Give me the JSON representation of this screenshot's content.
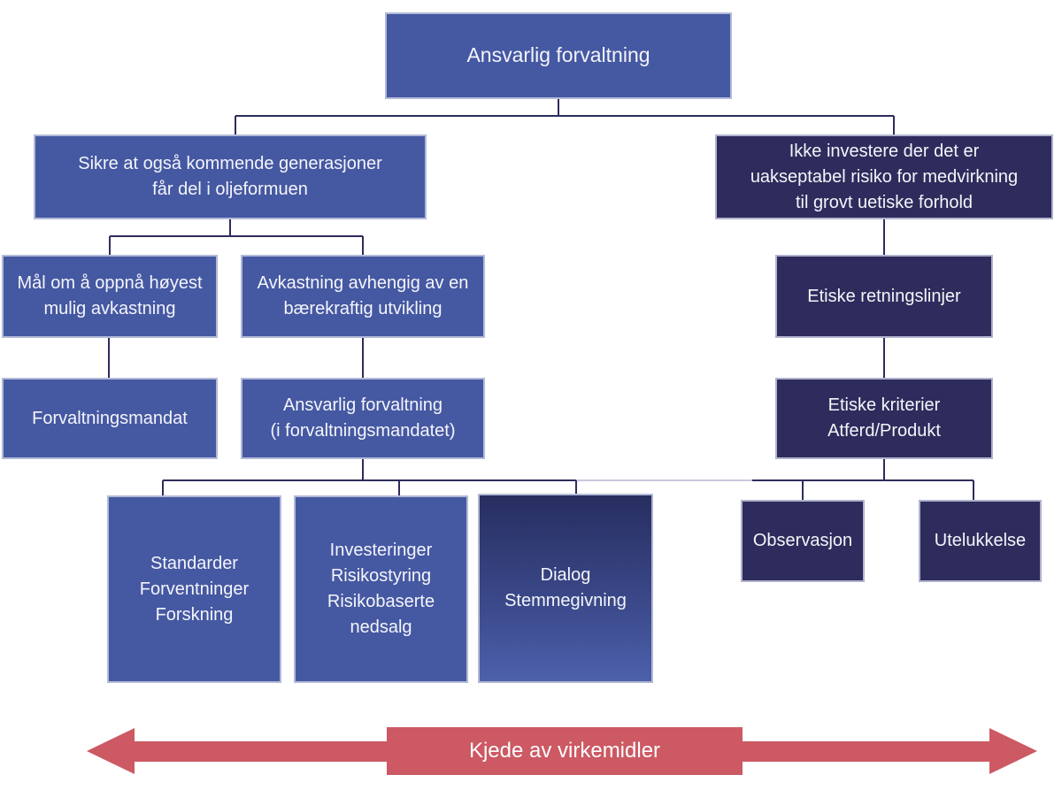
{
  "figure": {
    "root": "Ansvarlig forvaltning",
    "secure_generations": "Sikre at også kommende generasjoner\nfår del i oljeformuen",
    "no_unethical_investment": "Ikke investere der det er\nuakseptabel risiko for medvirkning\ntil grovt uetiske forhold",
    "highest_return": "Mål om å oppnå høyest\nmulig avkastning",
    "sustainable_development": "Avkastning avhengig av en\nbærekraftig utvikling",
    "ethical_guidelines": "Etiske retningslinjer",
    "management_mandate": "Forvaltningsmandat",
    "responsible_in_mandate": "Ansvarlig forvaltning\n(i forvaltningsmandatet)",
    "ethical_criteria": "Etiske kriterier\nAtferd/Produkt",
    "standards": "Standarder\nForventninger\nForskning",
    "investments": "Investeringer\nRisikostyring\nRisikobaserte\nnedsalg",
    "dialog": "Dialog\nStemmegivning",
    "observation": "Observasjon",
    "exclusion": "Utelukkelse",
    "arrow_label": "Kjede av virkemidler"
  },
  "colors": {
    "box_blue": "#4558a2",
    "box_navy": "#2e2c5c",
    "dialog_gradient_top": "#272e60",
    "dialog_gradient_bottom": "#4c60ab",
    "arrow_red": "#cc5963",
    "connector": "#2e2c5c",
    "connector_light": "#c9c7dd",
    "text": "#f4f5fa"
  }
}
